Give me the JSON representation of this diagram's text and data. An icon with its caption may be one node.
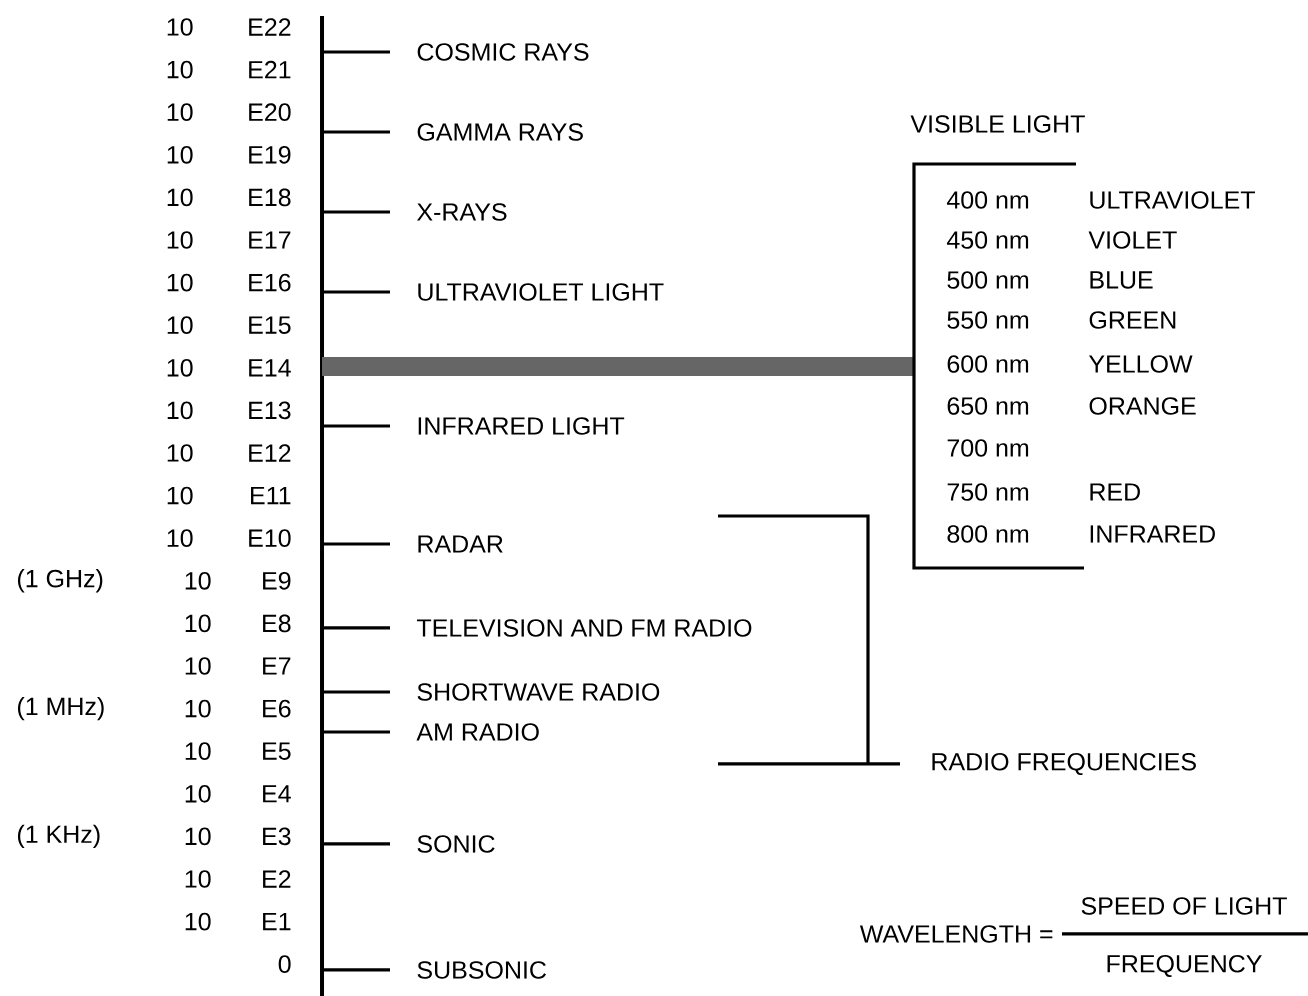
{
  "diagram": {
    "labels": [
      "10",
      "E22",
      "10",
      "E21",
      "10",
      "E20",
      "10",
      "E19",
      "10",
      "E18",
      "10",
      "E17",
      "10",
      "E16",
      "10",
      "E15",
      "10",
      "E14",
      "10",
      "E13",
      "10",
      "E12",
      "10",
      "E11",
      "10",
      "E10",
      "(1 GHz)",
      "10",
      "E9",
      "10",
      "E8",
      "10",
      "E7",
      "(1 MHz)",
      "10",
      "E6",
      "10",
      "E5",
      "10",
      "E4",
      "(1 KHz)",
      "10",
      "E3",
      "10",
      "E2",
      "10",
      "E1",
      "0",
      "COSMIC RAYS",
      "GAMMA RAYS",
      "X-RAYS",
      "ULTRAVIOLET LIGHT",
      "INFRARED LIGHT",
      "RADAR",
      "TELEVISION AND FM RADIO",
      "SHORTWAVE RADIO",
      "AM RADIO",
      "SONIC",
      "SUBSONIC",
      "VISIBLE LIGHT",
      "400 nm",
      "ULTRAVIOLET",
      "450 nm",
      "VIOLET",
      "500 nm",
      "BLUE",
      "550 nm",
      "GREEN",
      "600 nm",
      "YELLOW",
      "650 nm",
      "ORANGE",
      "700 nm",
      "750 nm",
      "RED",
      "800 nm",
      "INFRARED",
      "RADIO FREQUENCIES",
      "WAVELENGTH =",
      "SPEED OF LIGHT",
      "FREQUENCY"
    ]
  }
}
